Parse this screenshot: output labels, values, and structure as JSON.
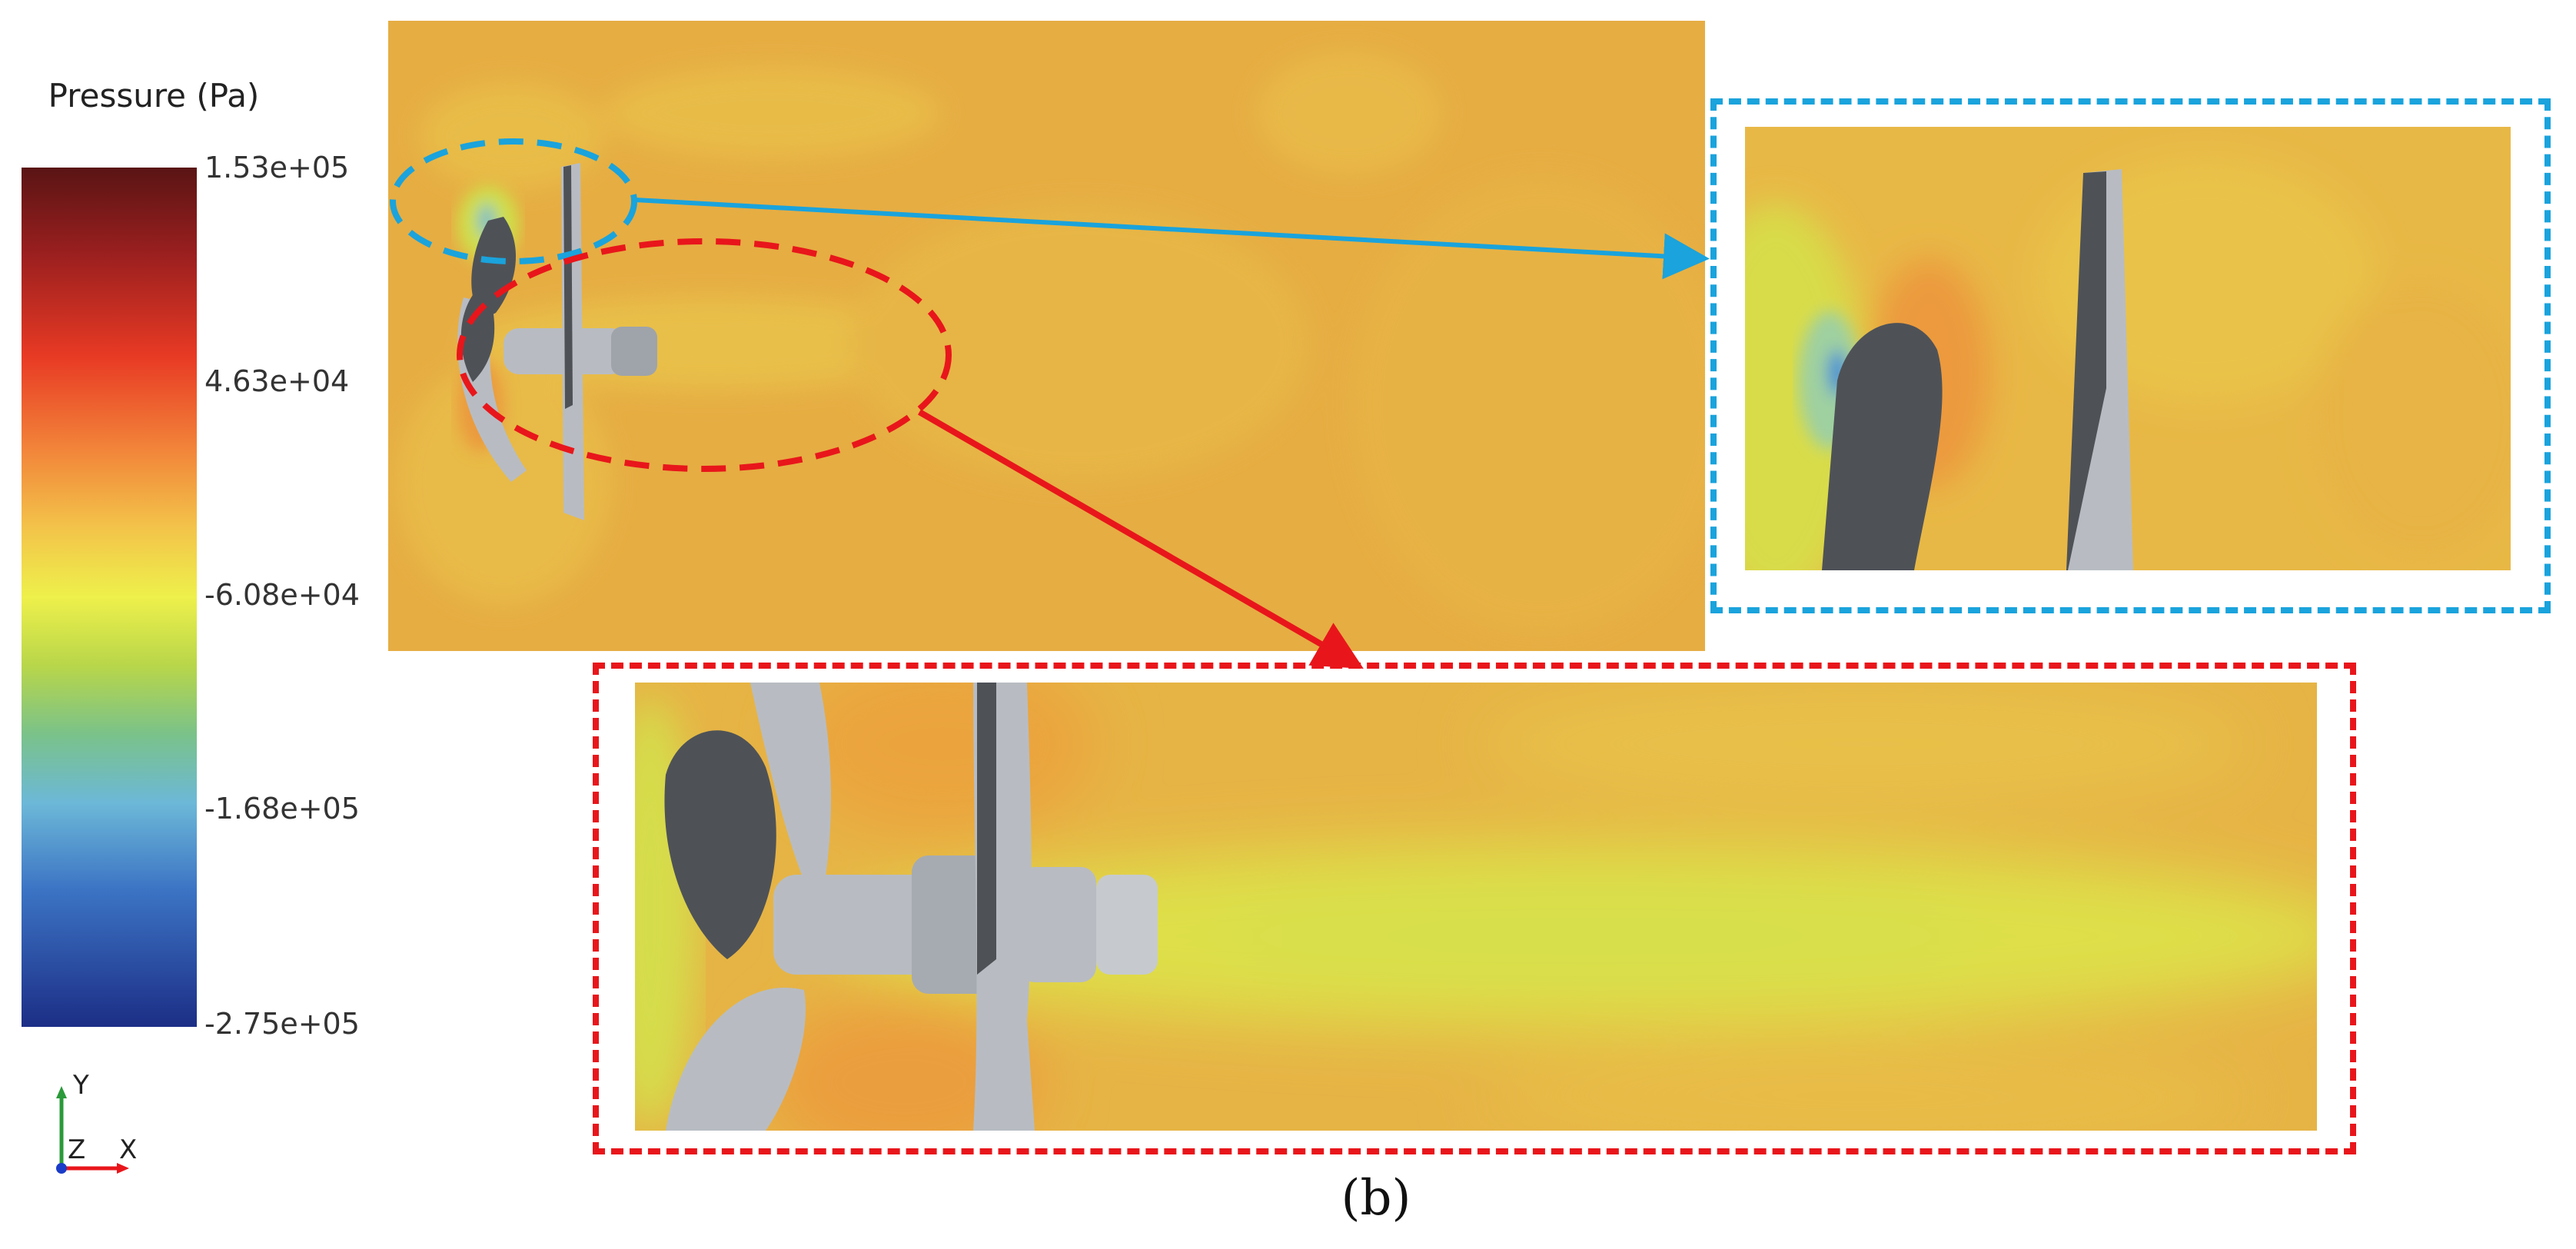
{
  "colorbar": {
    "title": "Pressure (Pa)",
    "ticks": [
      "1.53e+05",
      "4.63e+04",
      "-6.08e+04",
      "-1.68e+05",
      "-2.75e+05"
    ]
  },
  "axes_triad": {
    "y": "Y",
    "z": "Z",
    "x": "X"
  },
  "caption": "(b)",
  "colors": {
    "field_base": "#e6ad43",
    "field_light": "#e8c24a",
    "wake_yellow": "#dfe24a",
    "highlight_blue": "#1aa3dc",
    "highlight_red": "#e8161b",
    "blade_dark": "#4e5257",
    "blade_light": "#b8bcc2"
  }
}
